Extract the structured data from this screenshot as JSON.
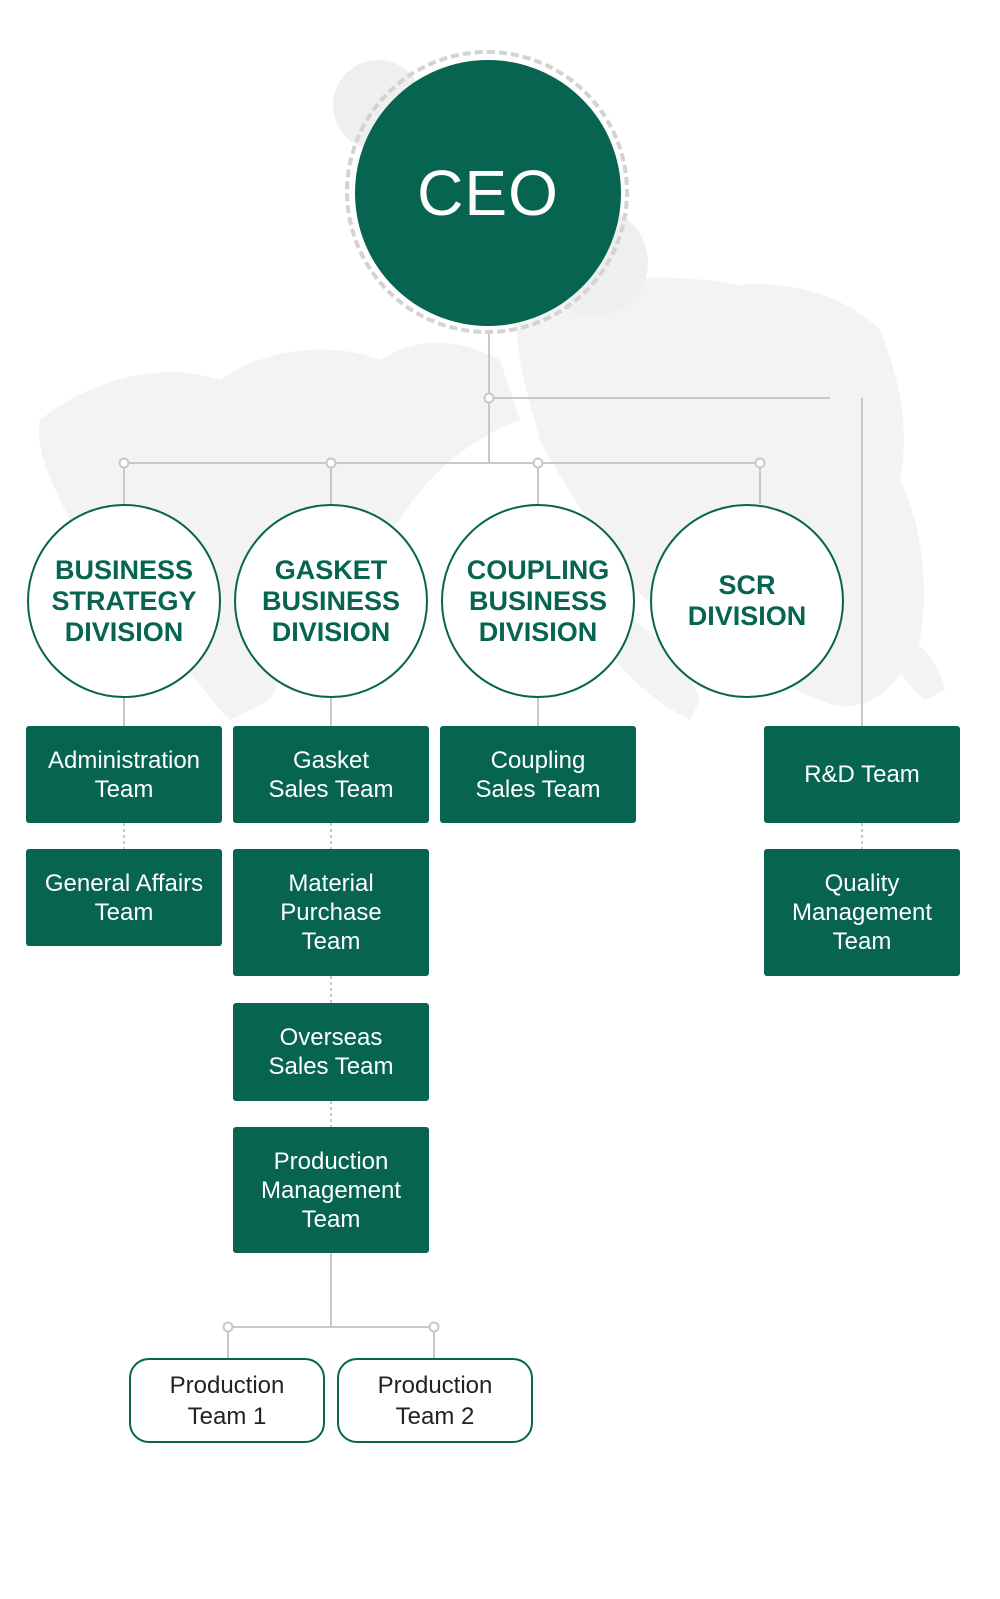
{
  "ceo": {
    "label": "CEO"
  },
  "divisions": [
    {
      "label": "BUSINESS\nSTRATEGY\nDIVISION"
    },
    {
      "label": "GASKET\nBUSINESS\nDIVISION"
    },
    {
      "label": "COUPLING\nBUSINESS\nDIVISION"
    },
    {
      "label": "SCR\nDIVISION"
    }
  ],
  "teams": {
    "business_strategy": [
      {
        "label": "Administration\nTeam"
      },
      {
        "label": "General Affairs\nTeam"
      }
    ],
    "gasket": [
      {
        "label": "Gasket\nSales Team"
      },
      {
        "label": "Material\nPurchase\nTeam"
      },
      {
        "label": "Overseas\nSales Team"
      },
      {
        "label": "Production\nManagement\nTeam"
      }
    ],
    "coupling": [
      {
        "label": "Coupling\nSales Team"
      }
    ],
    "ceo_direct": [
      {
        "label": "R&D Team"
      },
      {
        "label": "Quality\nManagement\nTeam"
      }
    ]
  },
  "production_teams": [
    {
      "label": "Production\nTeam 1"
    },
    {
      "label": "Production\nTeam 2"
    }
  ],
  "colors": {
    "primary": "#066450",
    "connector": "#c8c8c8",
    "map": "#f2f2f2",
    "text_dark": "#222222"
  }
}
